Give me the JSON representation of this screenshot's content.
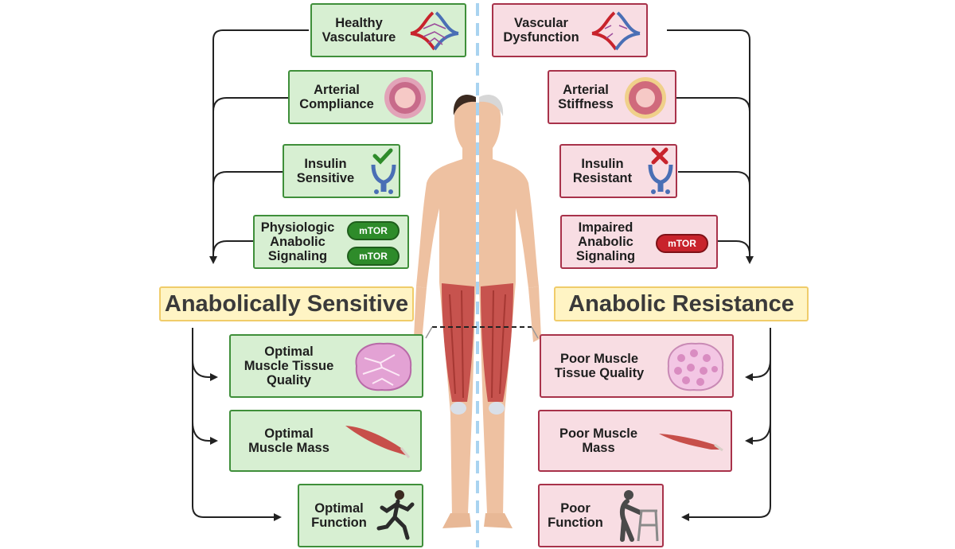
{
  "sensitive": {
    "heading": "Anabolically Sensitive",
    "boxes": [
      {
        "label": "Healthy\nVasculature"
      },
      {
        "label": "Arterial\nCompliance"
      },
      {
        "label": "Insulin\nSensitive"
      },
      {
        "label": "Physiologic\nAnabolic\nSignaling"
      },
      {
        "label": "Optimal\nMuscle Tissue\nQuality"
      },
      {
        "label": "Optimal\nMuscle Mass"
      },
      {
        "label": "Optimal\nFunction"
      }
    ],
    "mtor_labels": [
      "mTOR",
      "mTOR"
    ]
  },
  "resistance": {
    "heading": "Anabolic Resistance",
    "boxes": [
      {
        "label": "Vascular\nDysfunction"
      },
      {
        "label": "Arterial\nStiffness"
      },
      {
        "label": "Insulin\nResistant"
      },
      {
        "label": "Impaired\nAnabolic\nSignaling"
      },
      {
        "label": "Poor Muscle\nTissue Quality"
      },
      {
        "label": "Poor Muscle\nMass"
      },
      {
        "label": "Poor\nFunction"
      }
    ],
    "mtor_label": "mTOR"
  },
  "colors": {
    "healthy_fill": "#d7efd2",
    "healthy_border": "#3f8f3a",
    "impaired_fill": "#f8dde3",
    "impaired_border": "#a8324a",
    "heading_fill": "#fff4c4",
    "divider": "#a9d3f0"
  },
  "icons": [
    "blood-vessel-icon",
    "artery-cross-section-icon",
    "check-icon",
    "cross-icon",
    "insulin-receptor-icon",
    "muscle-tissue-icon",
    "muscle-icon",
    "runner-icon",
    "walker-elderly-icon",
    "human-body-icon"
  ]
}
